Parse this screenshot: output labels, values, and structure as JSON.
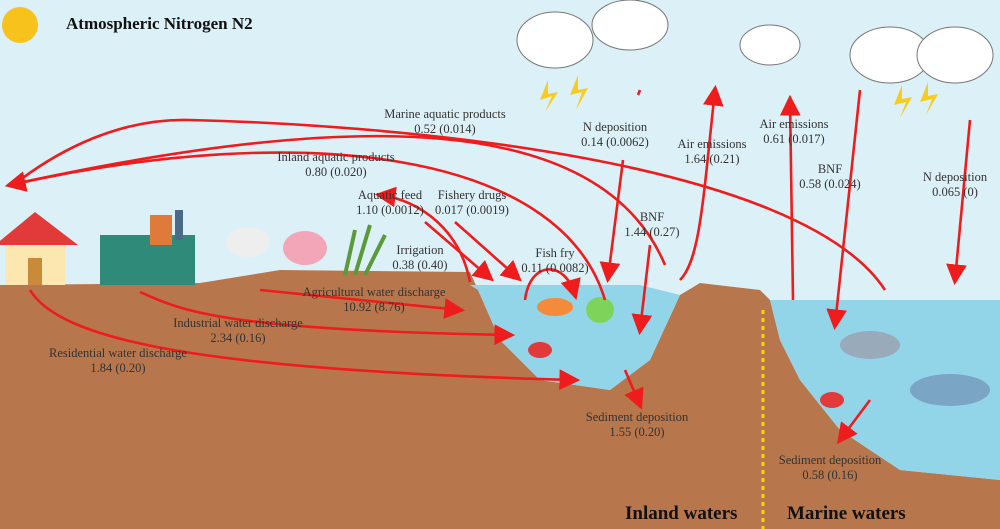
{
  "title": "Atmospheric Nitrogen N2",
  "flows": {
    "marine_products": {
      "name": "Marine aquatic products",
      "value": "0.52 (0.014)"
    },
    "inland_products": {
      "name": "Inland aquatic products",
      "value": "0.80 (0.020)"
    },
    "aquatic_feed": {
      "name": "Aquatic feed",
      "value": "1.10 (0.0012)"
    },
    "fishery_drugs": {
      "name": "Fishery drugs",
      "value": "0.017 (0.0019)"
    },
    "irrigation": {
      "name": "Irrigation",
      "value": "0.38 (0.40)"
    },
    "fish_fry": {
      "name": "Fish fry",
      "value": "0.11 (0.0082)"
    },
    "n_dep_inland": {
      "name": "N deposition",
      "value": "0.14 (0.0062)"
    },
    "air_inland": {
      "name": "Air emissions",
      "value": "1.64 (0.21)"
    },
    "air_marine": {
      "name": "Air emissions",
      "value": "0.61 (0.017)"
    },
    "bnf_inland": {
      "name": "BNF",
      "value": "1.44 (0.27)"
    },
    "bnf_marine": {
      "name": "BNF",
      "value": "0.58 (0.024)"
    },
    "n_dep_marine": {
      "name": "N deposition",
      "value": "0.065 (0)"
    },
    "agri_discharge": {
      "name": "Agricultural water discharge",
      "value": "10.92 (8.76)"
    },
    "indus_discharge": {
      "name": "Industrial water discharge",
      "value": "2.34 (0.16)"
    },
    "resid_discharge": {
      "name": "Residential water discharge",
      "value": "1.84 (0.20)"
    },
    "sed_inland": {
      "name": "Sediment deposition",
      "value": "1.55 (0.20)"
    },
    "sed_marine": {
      "name": "Sediment deposition",
      "value": "0.58 (0.16)"
    }
  },
  "regions": {
    "inland": "Inland waters",
    "marine": "Marine waters"
  },
  "colors": {
    "arrow": "#ee1c1c",
    "soil": "#b8764c",
    "water": "#93d5e8",
    "sky": "#dcf0f7"
  }
}
